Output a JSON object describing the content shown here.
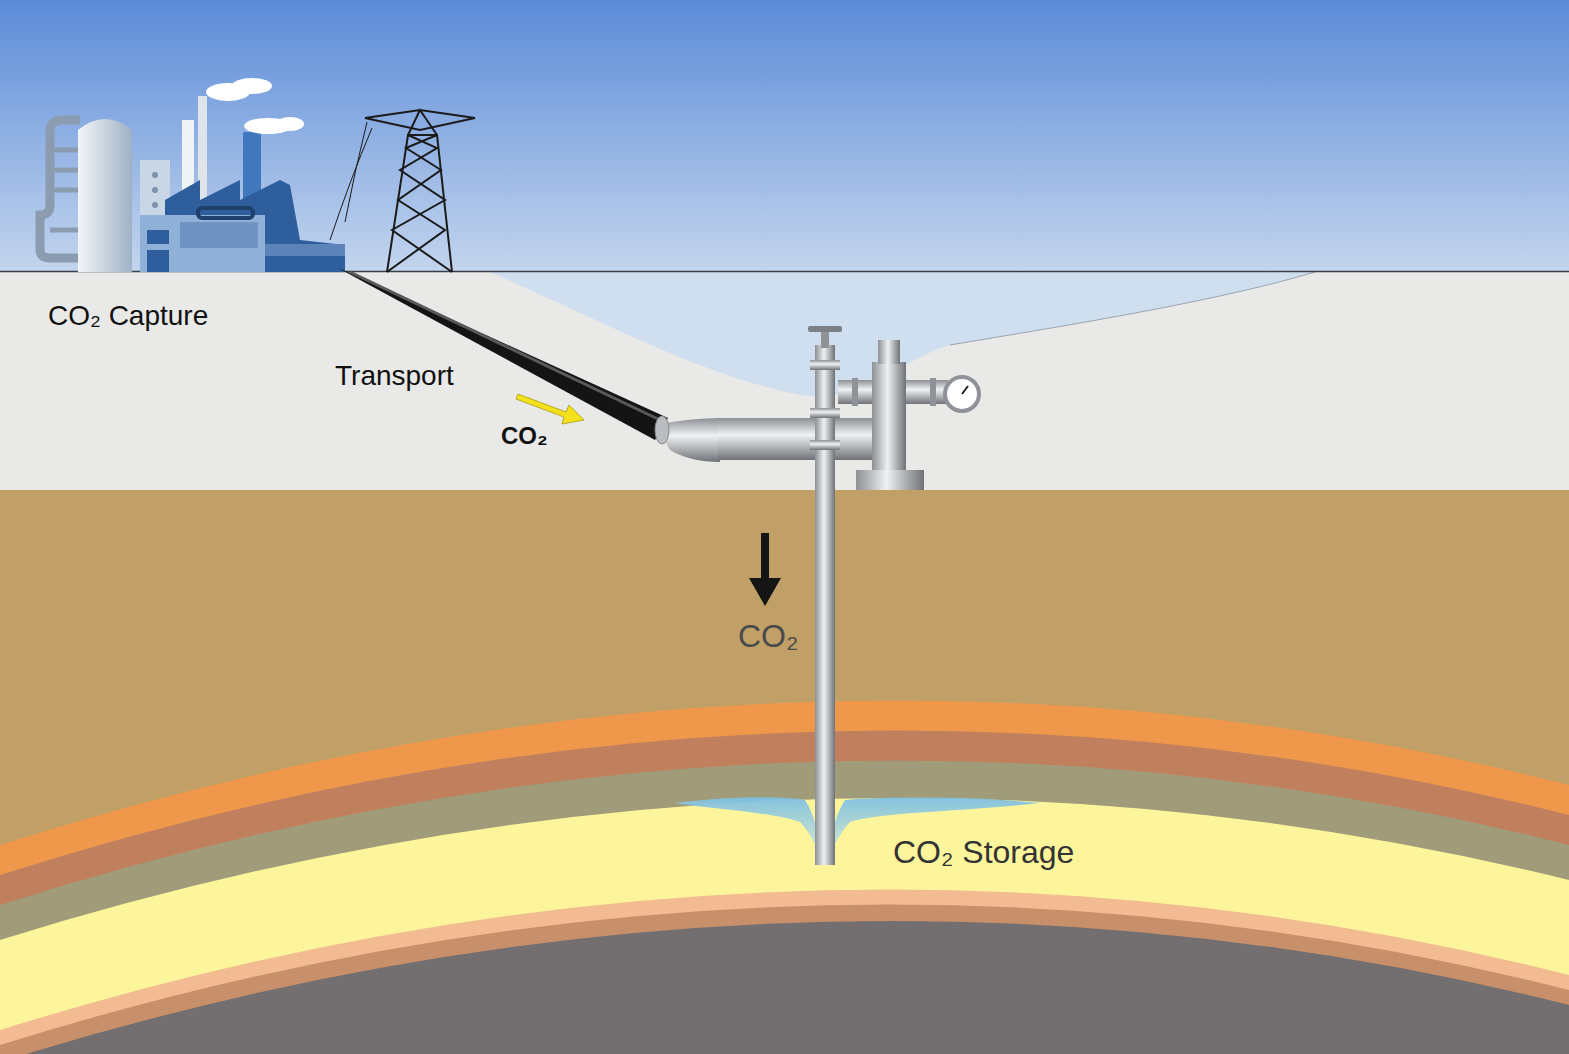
{
  "diagram": {
    "labels": [
      "CO₂ Capture",
      "Transport",
      "CO₂",
      "CO₂",
      "CO₂ Storage"
    ]
  }
}
